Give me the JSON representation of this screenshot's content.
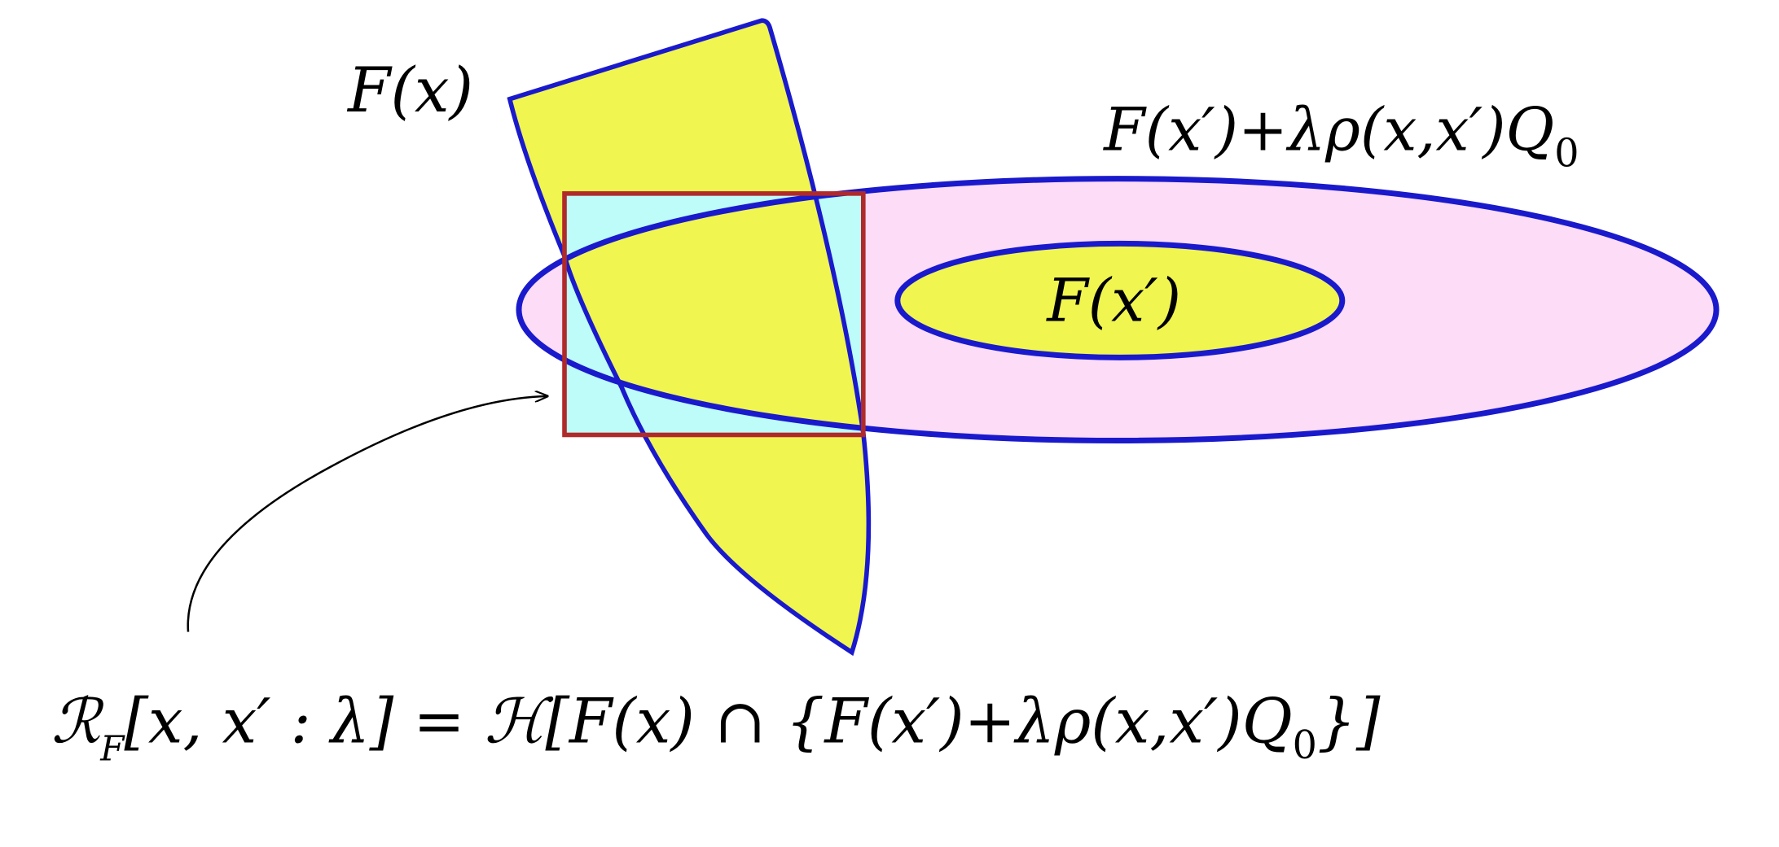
{
  "colors": {
    "outline": "#1a1acc",
    "region_F_x": "#f0f550",
    "region_expanded": "#fcdcf6",
    "region_F_xprime": "#f0f550",
    "rect_fill": "#bdfcf8",
    "rect_stroke": "#b02a2a",
    "overlap": "#cbf77a",
    "arrow": "#000000"
  },
  "labels": {
    "F_x": "F(x)",
    "expanded": {
      "main": "F(x′)+λρ(x,x′)Q",
      "sub": "0"
    },
    "F_xprime": "F(x′)"
  },
  "formula": {
    "R": "ℛ",
    "R_sub": "F",
    "body": "[x, x′ : λ] = ℋ[F(x) ∩ {F(x′)+λρ(x,x′)Q",
    "Q_sub": "0",
    "tail": "}]"
  }
}
